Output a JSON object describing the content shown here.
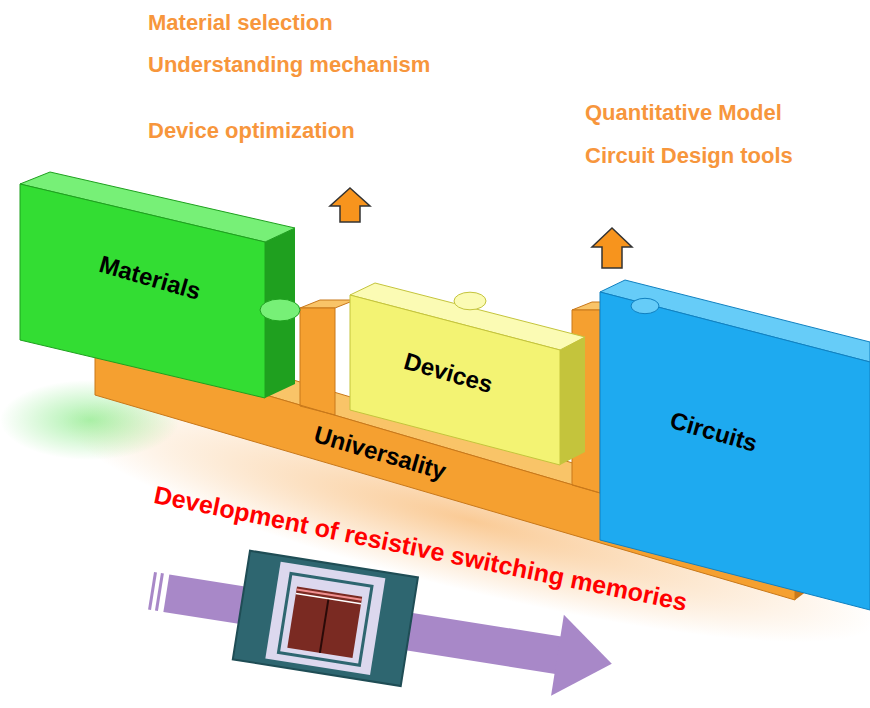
{
  "diagram": {
    "nodes": [
      {
        "text": [
          "Materials"
        ]
      },
      {
        "text": [
          "Devices"
        ]
      },
      {
        "text": [
          "Universality"
        ]
      },
      {
        "text": [
          "Circuits"
        ]
      }
    ],
    "labels": [
      "Material selection",
      "Understanding mechanism",
      "Device optimization",
      "Quantitative Model",
      "Circuit Design tools",
      "Development of resistive switching memories"
    ]
  }
}
